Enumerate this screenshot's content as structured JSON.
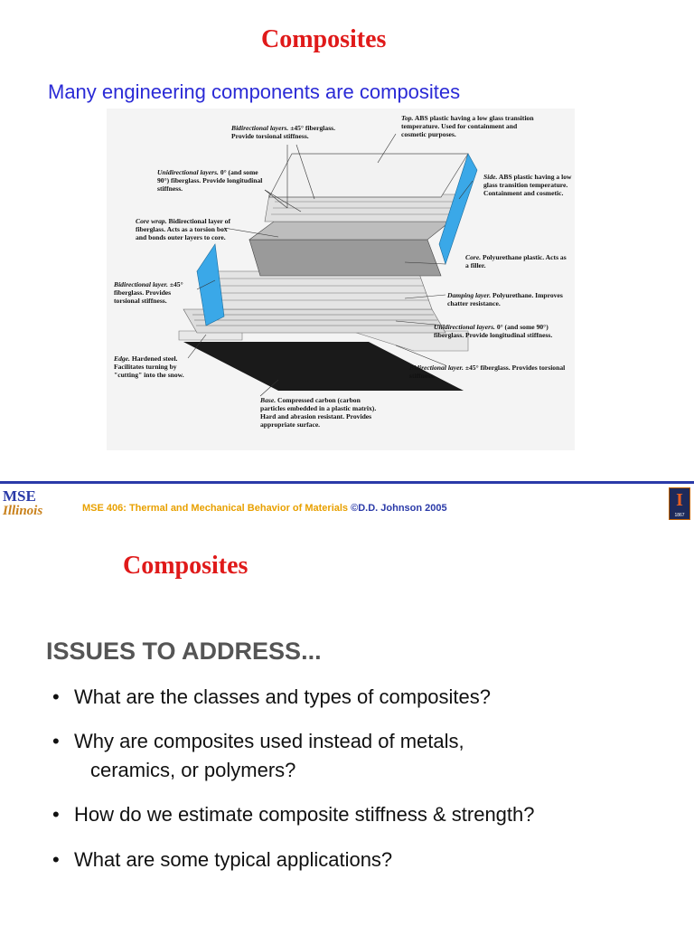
{
  "slide1": {
    "title": "Composites",
    "subtitle": "Many engineering components are composites",
    "figure_captions": {
      "bidirectional_top": {
        "head": "Bidirectional layers.",
        "body": "±45° fiberglass. Provide torsional stiffness."
      },
      "top": {
        "head": "Top.",
        "body": "ABS plastic having a low glass transition temperature. Used for containment and cosmetic purposes."
      },
      "unidirectional_top": {
        "head": "Unidirectional layers.",
        "body": "0° (and some 90°) fiberglass. Provide longitudinal stiffness."
      },
      "side": {
        "head": "Side.",
        "body": "ABS plastic having a low glass transition temperature. Containment and cosmetic."
      },
      "core_wrap": {
        "head": "Core wrap.",
        "body": "Bidirectional layer of fiberglass. Acts as a torsion box and bonds outer layers to core."
      },
      "core": {
        "head": "Core.",
        "body": "Polyurethane plastic. Acts as a filler."
      },
      "bidirectional_layer_left": {
        "head": "Bidirectional layer.",
        "body": "±45° fiberglass. Provides torsional stiffness."
      },
      "damping": {
        "head": "Damping layer.",
        "body": "Polyurethane. Improves chatter resistance."
      },
      "unidirectional_bottom": {
        "head": "Unidirectional layers.",
        "body": "0° (and some 90°) fiberglass. Provide longitudinal stiffness."
      },
      "edge": {
        "head": "Edge.",
        "body": "Hardened steel. Facilitates turning by \"cutting\" into the snow."
      },
      "bidirectional_bottom": {
        "head": "Bidirectional layer.",
        "body": "±45° fiberglass. Provides torsional stiffness."
      },
      "base": {
        "head": "Base.",
        "body": "Compressed carbon (carbon particles embedded in a plastic matrix). Hard and abrasion resistant. Provides appropriate surface."
      }
    }
  },
  "footer": {
    "logo_top": "MSE",
    "logo_bottom": "Illinois",
    "course": "MSE 406: Thermal and Mechanical Behavior of Materials ",
    "author": "©D.D. Johnson 2005",
    "ui_logo_letter": "I",
    "ui_logo_year": "1867"
  },
  "slide2": {
    "title": "Composites",
    "heading": "ISSUES TO ADDRESS...",
    "bullets": [
      "What are the classes and types of composites?",
      "Why are composites used instead of metals,",
      "ceramics, or polymers?",
      "How do we estimate composite stiffness & strength?",
      "What are some typical applications?"
    ]
  },
  "colors": {
    "title_red": "#e01a1a",
    "subtitle_blue": "#2a2ad6",
    "footer_blue": "#2a3aa8",
    "footer_orange": "#e8a000",
    "side_blue": "#3aa8e8"
  }
}
